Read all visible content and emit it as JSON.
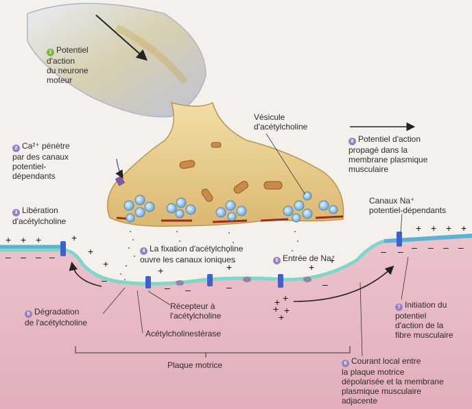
{
  "labels": {
    "l1": {
      "num": "1",
      "text": "Potentiel\nd'action\ndu neurone\nmoteur"
    },
    "l2": {
      "num": "2",
      "text": "Ca²⁺ pénètre\npar des canaux\npotentiel-\ndépendants"
    },
    "l3": {
      "num": "3",
      "text": "Libération\nd'acétylcholine"
    },
    "l4": {
      "num": "4",
      "text": "La fixation d'acétylcholine\nouvre les canaux ioniques"
    },
    "l5": {
      "num": "5",
      "text": "Entrée de Na⁺"
    },
    "l6": {
      "num": "6",
      "text": "Courant local entre\nla plaque motrice\ndépolarisée et la membrane\nplasmique musculaire\nadjacente"
    },
    "l7": {
      "num": "7",
      "text": "Initiation du\npotentiel\nd'action de la\nfibre musculaire"
    },
    "l8": {
      "num": "8",
      "text": "Potentiel d'action\npropagé dans la\nmembrane plasmique\nmusculaire"
    },
    "l9": {
      "num": "9",
      "text": "Dégradation\nde l'acétylcholine"
    },
    "vesicule": "Vésicule\nd'acétylcholine",
    "canaux_na": "Canaux Na⁺\npotentiel-dépendants",
    "recepteur": "Récepteur à\nl'acétylcholine",
    "acetylcholinesterase": "Acétylcholinestérase",
    "plaque": "Plaque motrice"
  },
  "colors": {
    "badge_green": "#7cb342",
    "badge_purple": "#9c7fc0",
    "terminal": "#e8cf8c",
    "muscle": "#e7b8c4",
    "membrane": "#7fd6c9",
    "membrane_right": "#5ab2d6"
  }
}
